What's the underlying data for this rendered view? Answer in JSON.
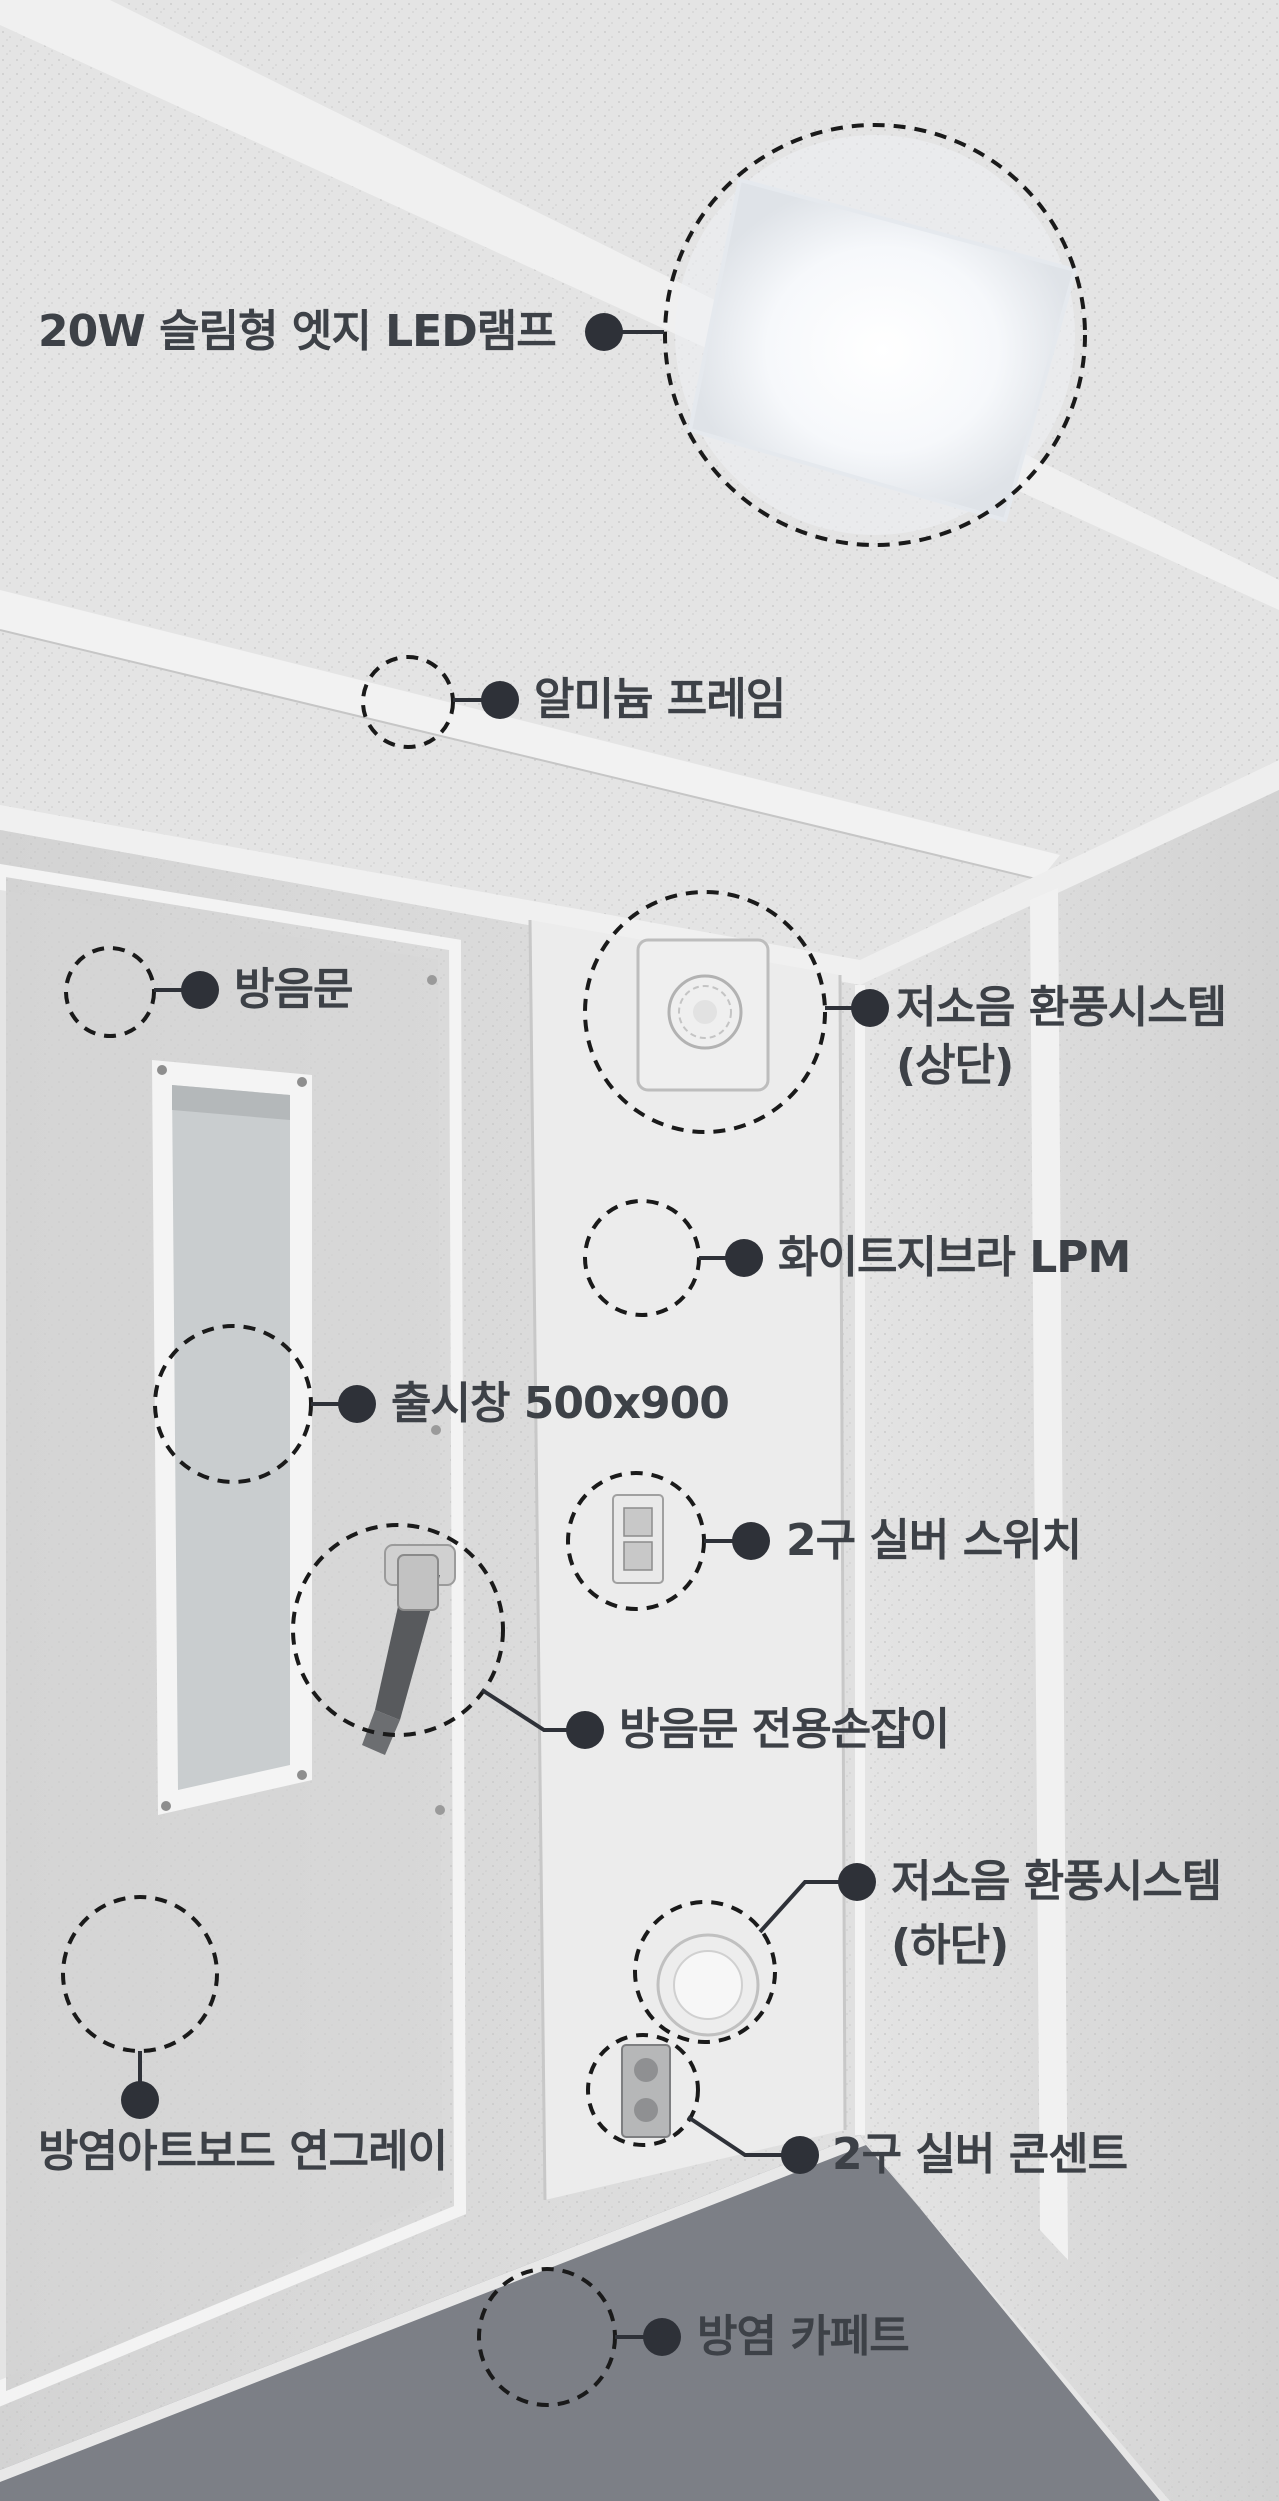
{
  "colors": {
    "callout": "#2e3138",
    "label_text": "#3d4147",
    "ceiling": "#e3e3e3",
    "wall": "#dcdcdc",
    "carpet": "#7d8087",
    "frame": "#f1f1f1"
  },
  "labels": {
    "led_lamp": "20W 슬림형 엣지 LED램프",
    "aluminum_frame": "알미늄 프레임",
    "soundproof_door": "방음문",
    "vent_top_line1": "저소음 환풍시스템",
    "vent_top_line2": "(상단)",
    "wall_panel": "화이트지브라 LPM",
    "window": "출시창 500x900",
    "switch": "2구 실버 스위치",
    "door_handle": "방음문 전용손잡이",
    "vent_bottom_line1": "저소음 환풍시스템",
    "vent_bottom_line2": "(하단)",
    "fireproof_board": "방염아트보드 연그레이",
    "outlet": "2구 실버 콘센트",
    "carpet": "방염 카페트"
  }
}
